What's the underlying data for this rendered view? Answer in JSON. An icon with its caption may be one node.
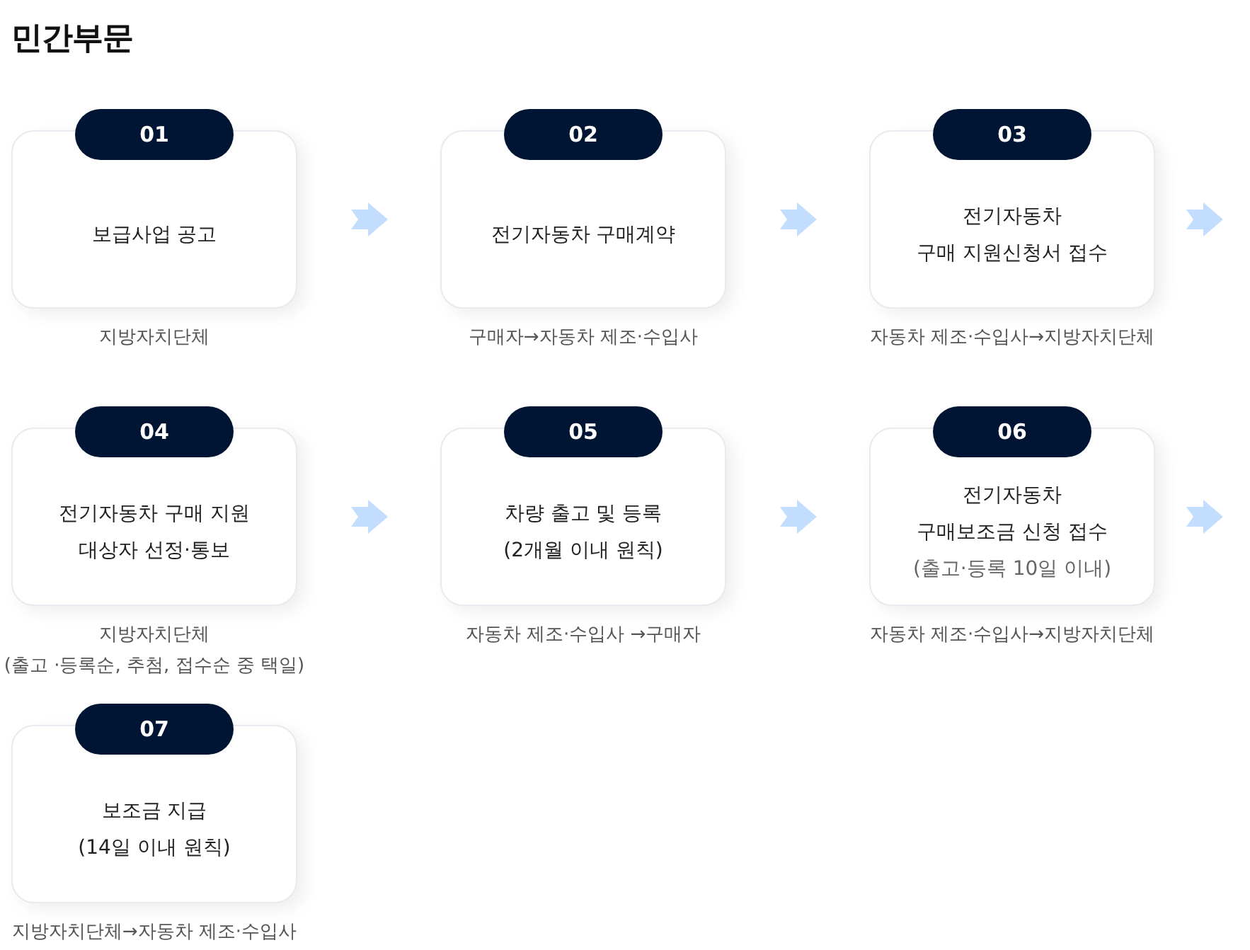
{
  "diagram": {
    "title": "민간부문",
    "nodes": [
      {
        "text": [
          "01",
          "보급사업 공고"
        ],
        "beside": [
          "지방자치단체"
        ]
      },
      {
        "text": [
          "02",
          "전기자동차 구매계약"
        ],
        "beside": [
          "구매자→자동차 제조·수입사"
        ]
      },
      {
        "text": [
          "03",
          "전기자동차 구매 지원신청서 접수"
        ],
        "beside": [
          "자동차 제조·수입사→지방자치단체"
        ]
      },
      {
        "text": [
          "04",
          "전기자동차 구매 지원 대상자 선정·통보"
        ],
        "beside": [
          "지방자치단체",
          "(출고 ·등록순, 추첨, 접수순 중 택일)"
        ]
      },
      {
        "text": [
          "05",
          "차량 출고 및 등록 (2개월 이내 원칙)"
        ],
        "beside": [
          "자동차 제조·수입사 →구매자"
        ]
      },
      {
        "text": [
          "06",
          "전기자동차 구매보조금 신청 접수",
          "(출고·등록 10일 이내)"
        ],
        "beside": [
          "자동차 제조·수입사→지방자치단체"
        ]
      },
      {
        "text": [
          "07",
          "보조금 지급 (14일 이내 원칙)"
        ],
        "beside": [
          "지방자치단체→자동차 제조·수입사"
        ]
      }
    ],
    "edges": [
      {
        "from": 0,
        "to": 1,
        "arrow": "to"
      },
      {
        "from": 1,
        "to": 2,
        "arrow": "to"
      },
      {
        "from": 2,
        "to": null,
        "arrow": "to"
      },
      {
        "from": 3,
        "to": 4,
        "arrow": "to"
      },
      {
        "from": 4,
        "to": 5,
        "arrow": "to"
      },
      {
        "from": 5,
        "to": null,
        "arrow": "to"
      }
    ]
  }
}
